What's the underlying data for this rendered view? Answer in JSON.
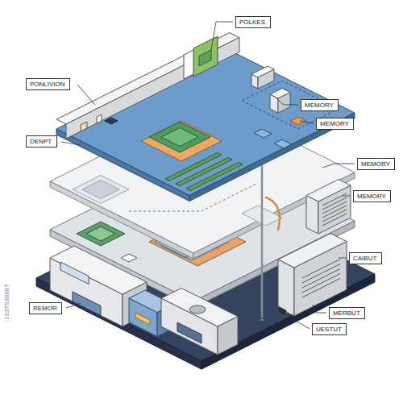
{
  "diagram": {
    "nodes": [
      {
        "text": [
          "POLKES"
        ]
      },
      {
        "text": [
          "PONLIVION"
        ]
      },
      {
        "text": [
          "MEMORY"
        ]
      },
      {
        "text": [
          "MEMORY"
        ]
      },
      {
        "text": [
          "DENPT"
        ]
      },
      {
        "text": [
          "MEMORY"
        ]
      },
      {
        "text": [
          "MEMORY"
        ]
      },
      {
        "text": [
          "CAIBUT"
        ]
      },
      {
        "text": [
          "REMOR"
        ]
      },
      {
        "text": [
          "MERBUT"
        ]
      },
      {
        "text": [
          "UESTUT"
        ]
      }
    ],
    "labels": [
      "1937538987"
    ]
  }
}
